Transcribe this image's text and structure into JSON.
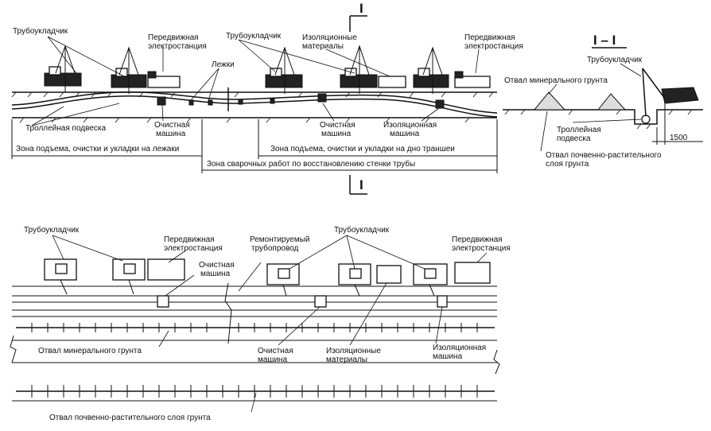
{
  "top": {
    "pipelayer_1": "Трубоукладчик",
    "power_station_1": [
      "Передвижная",
      "электростанция"
    ],
    "pipelayer_2": "Трубоукладчик",
    "insulation_materials": [
      "Изоляционные",
      "материалы"
    ],
    "power_station_2": [
      "Передвижная",
      "электростанция"
    ],
    "skids": "Лежки",
    "trolley_suspension": "Троллейная подвеска",
    "cleaning_machine_1": [
      "Очистная",
      "машина"
    ],
    "cleaning_machine_2": [
      "Очистная",
      "машина"
    ],
    "insulation_machine": [
      "Изоляционная",
      "машина"
    ],
    "zone_lift_skids": "Зона подъема, очистки и укладки на лежаки",
    "zone_lift_trench": "Зона подъема, очистки и укладки на дно траншеи",
    "zone_welding": "Зона сварочных работ по восстановлению стенки трубы",
    "section_mark_top": "I",
    "section_mark_bottom": "I"
  },
  "section": {
    "title": "I – I",
    "pipelayer": "Трубоукладчик",
    "mineral_dump": "Отвал минерального грунта",
    "trolley_suspension": [
      "Троллейная",
      "подвеска"
    ],
    "dimension": "1500",
    "topsoil_dump": [
      "Отвал почвенно-растительного",
      "слоя грунта"
    ]
  },
  "plan": {
    "pipelayer_1": "Трубоукладчик",
    "power_station_1": [
      "Передвижная",
      "электростанция"
    ],
    "cleaning_machine_1": [
      "Очистная",
      "машина"
    ],
    "repaired_pipeline": [
      "Ремонтируемый",
      "трубопровод"
    ],
    "pipelayer_2": "Трубоукладчик",
    "power_station_2": [
      "Передвижная",
      "электростанция"
    ],
    "mineral_dump": "Отвал минерального грунта",
    "cleaning_machine_2": [
      "Очистная",
      "машина"
    ],
    "insulation_materials": [
      "Изоляционные",
      "материалы"
    ],
    "insulation_machine": [
      "Изоляционная",
      "машина"
    ],
    "topsoil_dump": "Отвал почвенно-растительного слоя грунта"
  }
}
